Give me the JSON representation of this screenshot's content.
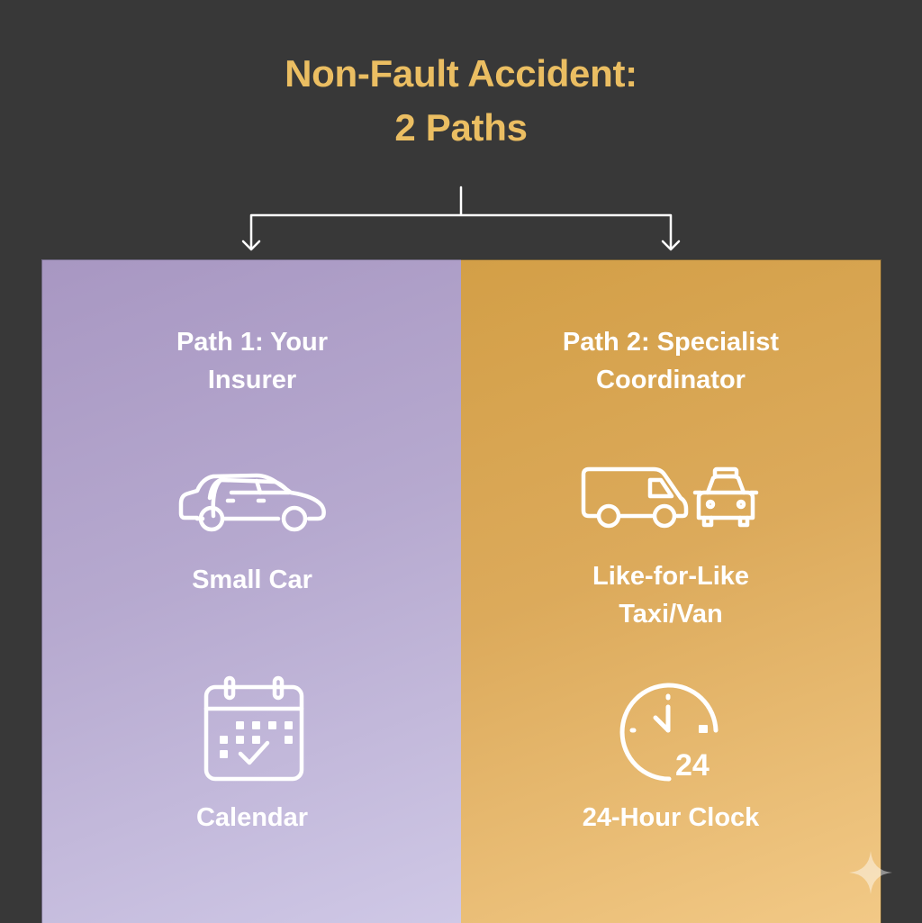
{
  "title": {
    "line1": "Non-Fault Accident:",
    "line2": "2 Paths"
  },
  "colors": {
    "background": "#383838",
    "title": "#EBBE62",
    "connector": "#FFFFFF",
    "path1_panel": "#B6A9CF",
    "path2_panel": "#DCAA5B",
    "icon_and_text": "#FFFFFF"
  },
  "paths": [
    {
      "heading_line1": "Path 1: Your",
      "heading_line2": "Insurer",
      "vehicle": {
        "icon": "small-car-icon",
        "label_line1": "Small Car",
        "label_line2": ""
      },
      "time": {
        "icon": "calendar-check-icon",
        "label": "Calendar"
      }
    },
    {
      "heading_line1": "Path 2: Specialist",
      "heading_line2": "Coordinator",
      "vehicle": {
        "icon": "van-and-taxi-icon",
        "label_line1": "Like-for-Like",
        "label_line2": "Taxi/Van"
      },
      "time": {
        "icon": "clock-24-hour-icon",
        "label": "24-Hour Clock",
        "badge": "24"
      }
    }
  ],
  "watermark": {
    "icon": "sparkle-icon"
  }
}
